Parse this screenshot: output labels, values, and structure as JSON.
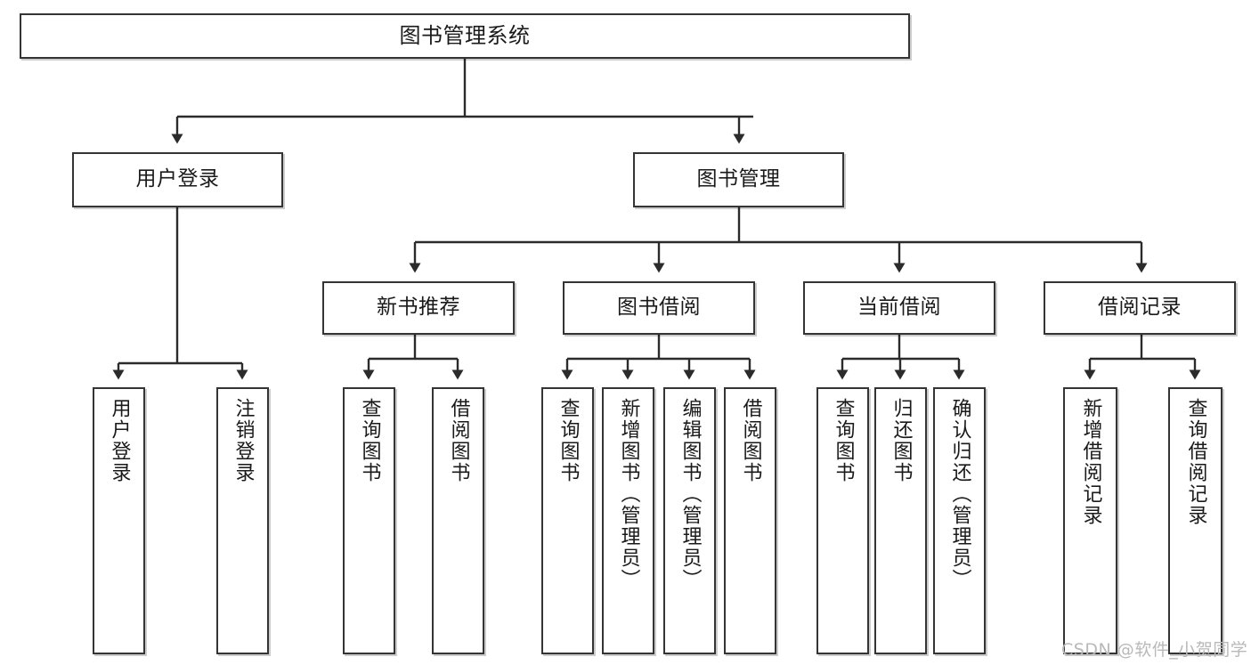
{
  "diagram": {
    "type": "tree",
    "title": "图书管理系统",
    "orientation": "top-down",
    "colors": {
      "node_border": "#343434",
      "node_fill": "#ffffff",
      "edge": "#2b2b2b",
      "text": "#1a1a1a",
      "watermark": "#b9b9b9",
      "background": "#ffffff"
    },
    "root": {
      "id": "root",
      "label": "图书管理系统"
    },
    "level2": [
      {
        "id": "user-login",
        "label": "用户登录"
      },
      {
        "id": "book-manage",
        "label": "图书管理"
      }
    ],
    "level3": [
      {
        "id": "new-book-rec",
        "label": "新书推荐",
        "parent": "book-manage"
      },
      {
        "id": "book-borrow",
        "label": "图书借阅",
        "parent": "book-manage"
      },
      {
        "id": "current-borrow",
        "label": "当前借阅",
        "parent": "book-manage"
      },
      {
        "id": "borrow-record",
        "label": "借阅记录",
        "parent": "book-manage"
      }
    ],
    "leaves": {
      "user-login": [
        {
          "id": "leaf-user-login",
          "label": "用户登录"
        },
        {
          "id": "leaf-user-logout",
          "label": "注销登录"
        }
      ],
      "new-book-rec": [
        {
          "id": "leaf-query-book-1",
          "label": "查询图书"
        },
        {
          "id": "leaf-borrow-book-1",
          "label": "借阅图书"
        }
      ],
      "book-borrow": [
        {
          "id": "leaf-query-book-2",
          "label": "查询图书"
        },
        {
          "id": "leaf-add-book",
          "label": "新增图书（管理员）"
        },
        {
          "id": "leaf-edit-book",
          "label": "编辑图书（管理员）"
        },
        {
          "id": "leaf-borrow-book-2",
          "label": "借阅图书"
        }
      ],
      "current-borrow": [
        {
          "id": "leaf-query-book-3",
          "label": "查询图书"
        },
        {
          "id": "leaf-return-book",
          "label": "归还图书"
        },
        {
          "id": "leaf-confirm-return",
          "label": "确认归还（管理员）"
        }
      ],
      "borrow-record": [
        {
          "id": "leaf-add-record",
          "label": "新增借阅记录"
        },
        {
          "id": "leaf-query-record",
          "label": "查询借阅记录"
        }
      ]
    }
  },
  "watermark": {
    "text": "CSDN @软件_小贺同学"
  }
}
